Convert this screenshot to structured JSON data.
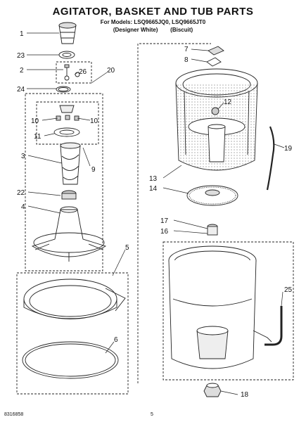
{
  "header": {
    "title": "AGITATOR, BASKET AND TUB PARTS",
    "models_line": "For Models: LSQ9665JQ0, LSQ9665JT0",
    "variant_line": "(Designer White)        (Biscuit)"
  },
  "footer": {
    "doc_code": "8316858",
    "page_number": "5"
  },
  "callouts": [
    "1",
    "2",
    "3",
    "4",
    "5",
    "6",
    "7",
    "8",
    "9",
    "10",
    "10",
    "11",
    "12",
    "13",
    "14",
    "16",
    "17",
    "18",
    "19",
    "20",
    "22",
    "23",
    "24",
    "25",
    "26"
  ]
}
